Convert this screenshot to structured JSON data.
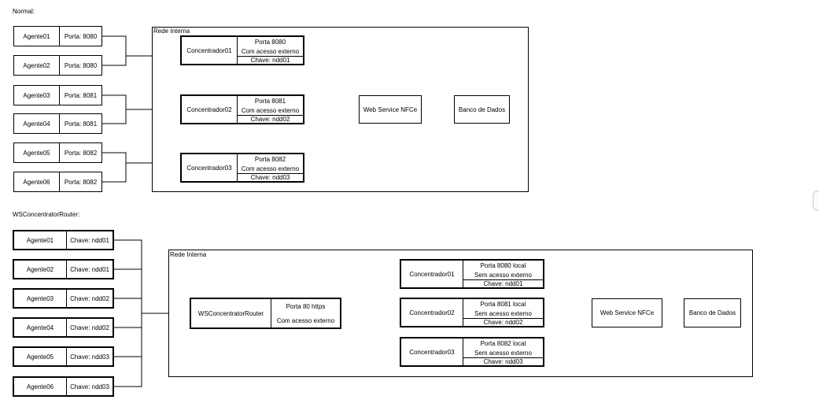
{
  "sections": {
    "normal": "Normal:",
    "router": "WSConcentratorRouter:"
  },
  "normal": {
    "rede_interna": "Rede Interna",
    "agents": [
      {
        "name": "Agente01",
        "port": "Porta: 8080"
      },
      {
        "name": "Agente02",
        "port": "Porta: 8080"
      },
      {
        "name": "Agente03",
        "port": "Porta: 8081"
      },
      {
        "name": "Agente04",
        "port": "Porta: 8081"
      },
      {
        "name": "Agente05",
        "port": "Porta: 8082"
      },
      {
        "name": "Agente06",
        "port": "Porta: 8082"
      }
    ],
    "concentrators": [
      {
        "name": "Concentrador01",
        "port": "Porta 8080",
        "access": "Com acesso externo",
        "key": "Chave: ndd01"
      },
      {
        "name": "Concentrador02",
        "port": "Porta 8081",
        "access": "Com acesso externo",
        "key": "Chave: ndd02"
      },
      {
        "name": "Concentrador03",
        "port": "Porta 8082",
        "access": "Com acesso externo",
        "key": "Chave: ndd03"
      }
    ],
    "web_service": "Web Service NFCe",
    "database": "Banco de Dados"
  },
  "router": {
    "rede_interna": "Rede Interna",
    "agents": [
      {
        "name": "Agente01",
        "key": "Chave: ndd01"
      },
      {
        "name": "Agente02",
        "key": "Chave: ndd01"
      },
      {
        "name": "Agente03",
        "key": "Chave: ndd02"
      },
      {
        "name": "Agente04",
        "key": "Chave: ndd02"
      },
      {
        "name": "Agente05",
        "key": "Chave: ndd03"
      },
      {
        "name": "Agente06",
        "key": "Chave: ndd03"
      }
    ],
    "router_box": {
      "name": "WSConcentratorRouter",
      "port": "Porta 80 https",
      "access": "Com acesso externo"
    },
    "concentrators": [
      {
        "name": "Concentrador01",
        "port": "Porta 8080 local",
        "access": "Sem acesso externo",
        "key": "Chave: ndd01"
      },
      {
        "name": "Concentrador02",
        "port": "Porta 8081 local",
        "access": "Sem acesso externo",
        "key": "Chave: ndd02"
      },
      {
        "name": "Concentrador03",
        "port": "Porta 8082 local",
        "access": "Sem acesso externo",
        "key": "Chave: ndd03"
      }
    ],
    "web_service": "Web Service NFCe",
    "database": "Banco de Dados"
  }
}
